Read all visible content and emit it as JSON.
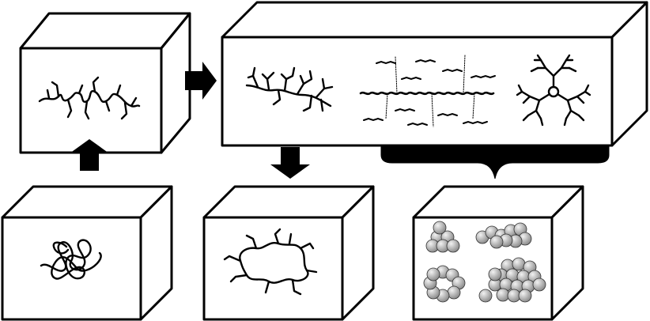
{
  "diagram": {
    "line_color": "#000000",
    "fill_color": "#ffffff",
    "particle_light": "#f2f2f2",
    "particle_dark": "#8a8a8a",
    "boxes": [
      {
        "id": "box-random-coil",
        "content": "random-coil-chain"
      },
      {
        "id": "box-linear-branched",
        "content": "branched-linear-chain"
      },
      {
        "id": "box-architectures",
        "content": [
          "branched-chain",
          "brush-network",
          "dendrimer"
        ]
      },
      {
        "id": "box-crosslinked-loop",
        "content": "crosslinked-loop-chain"
      },
      {
        "id": "box-nanoparticles",
        "content": "particle-clusters"
      }
    ],
    "arrows": [
      {
        "from": "box-random-coil",
        "to": "box-linear-branched",
        "direction": "up"
      },
      {
        "from": "box-linear-branched",
        "to": "box-architectures",
        "direction": "right"
      },
      {
        "from": "box-architectures",
        "to": "box-crosslinked-loop",
        "direction": "down"
      }
    ],
    "brace": {
      "from": "box-architectures",
      "to": "box-nanoparticles"
    }
  }
}
